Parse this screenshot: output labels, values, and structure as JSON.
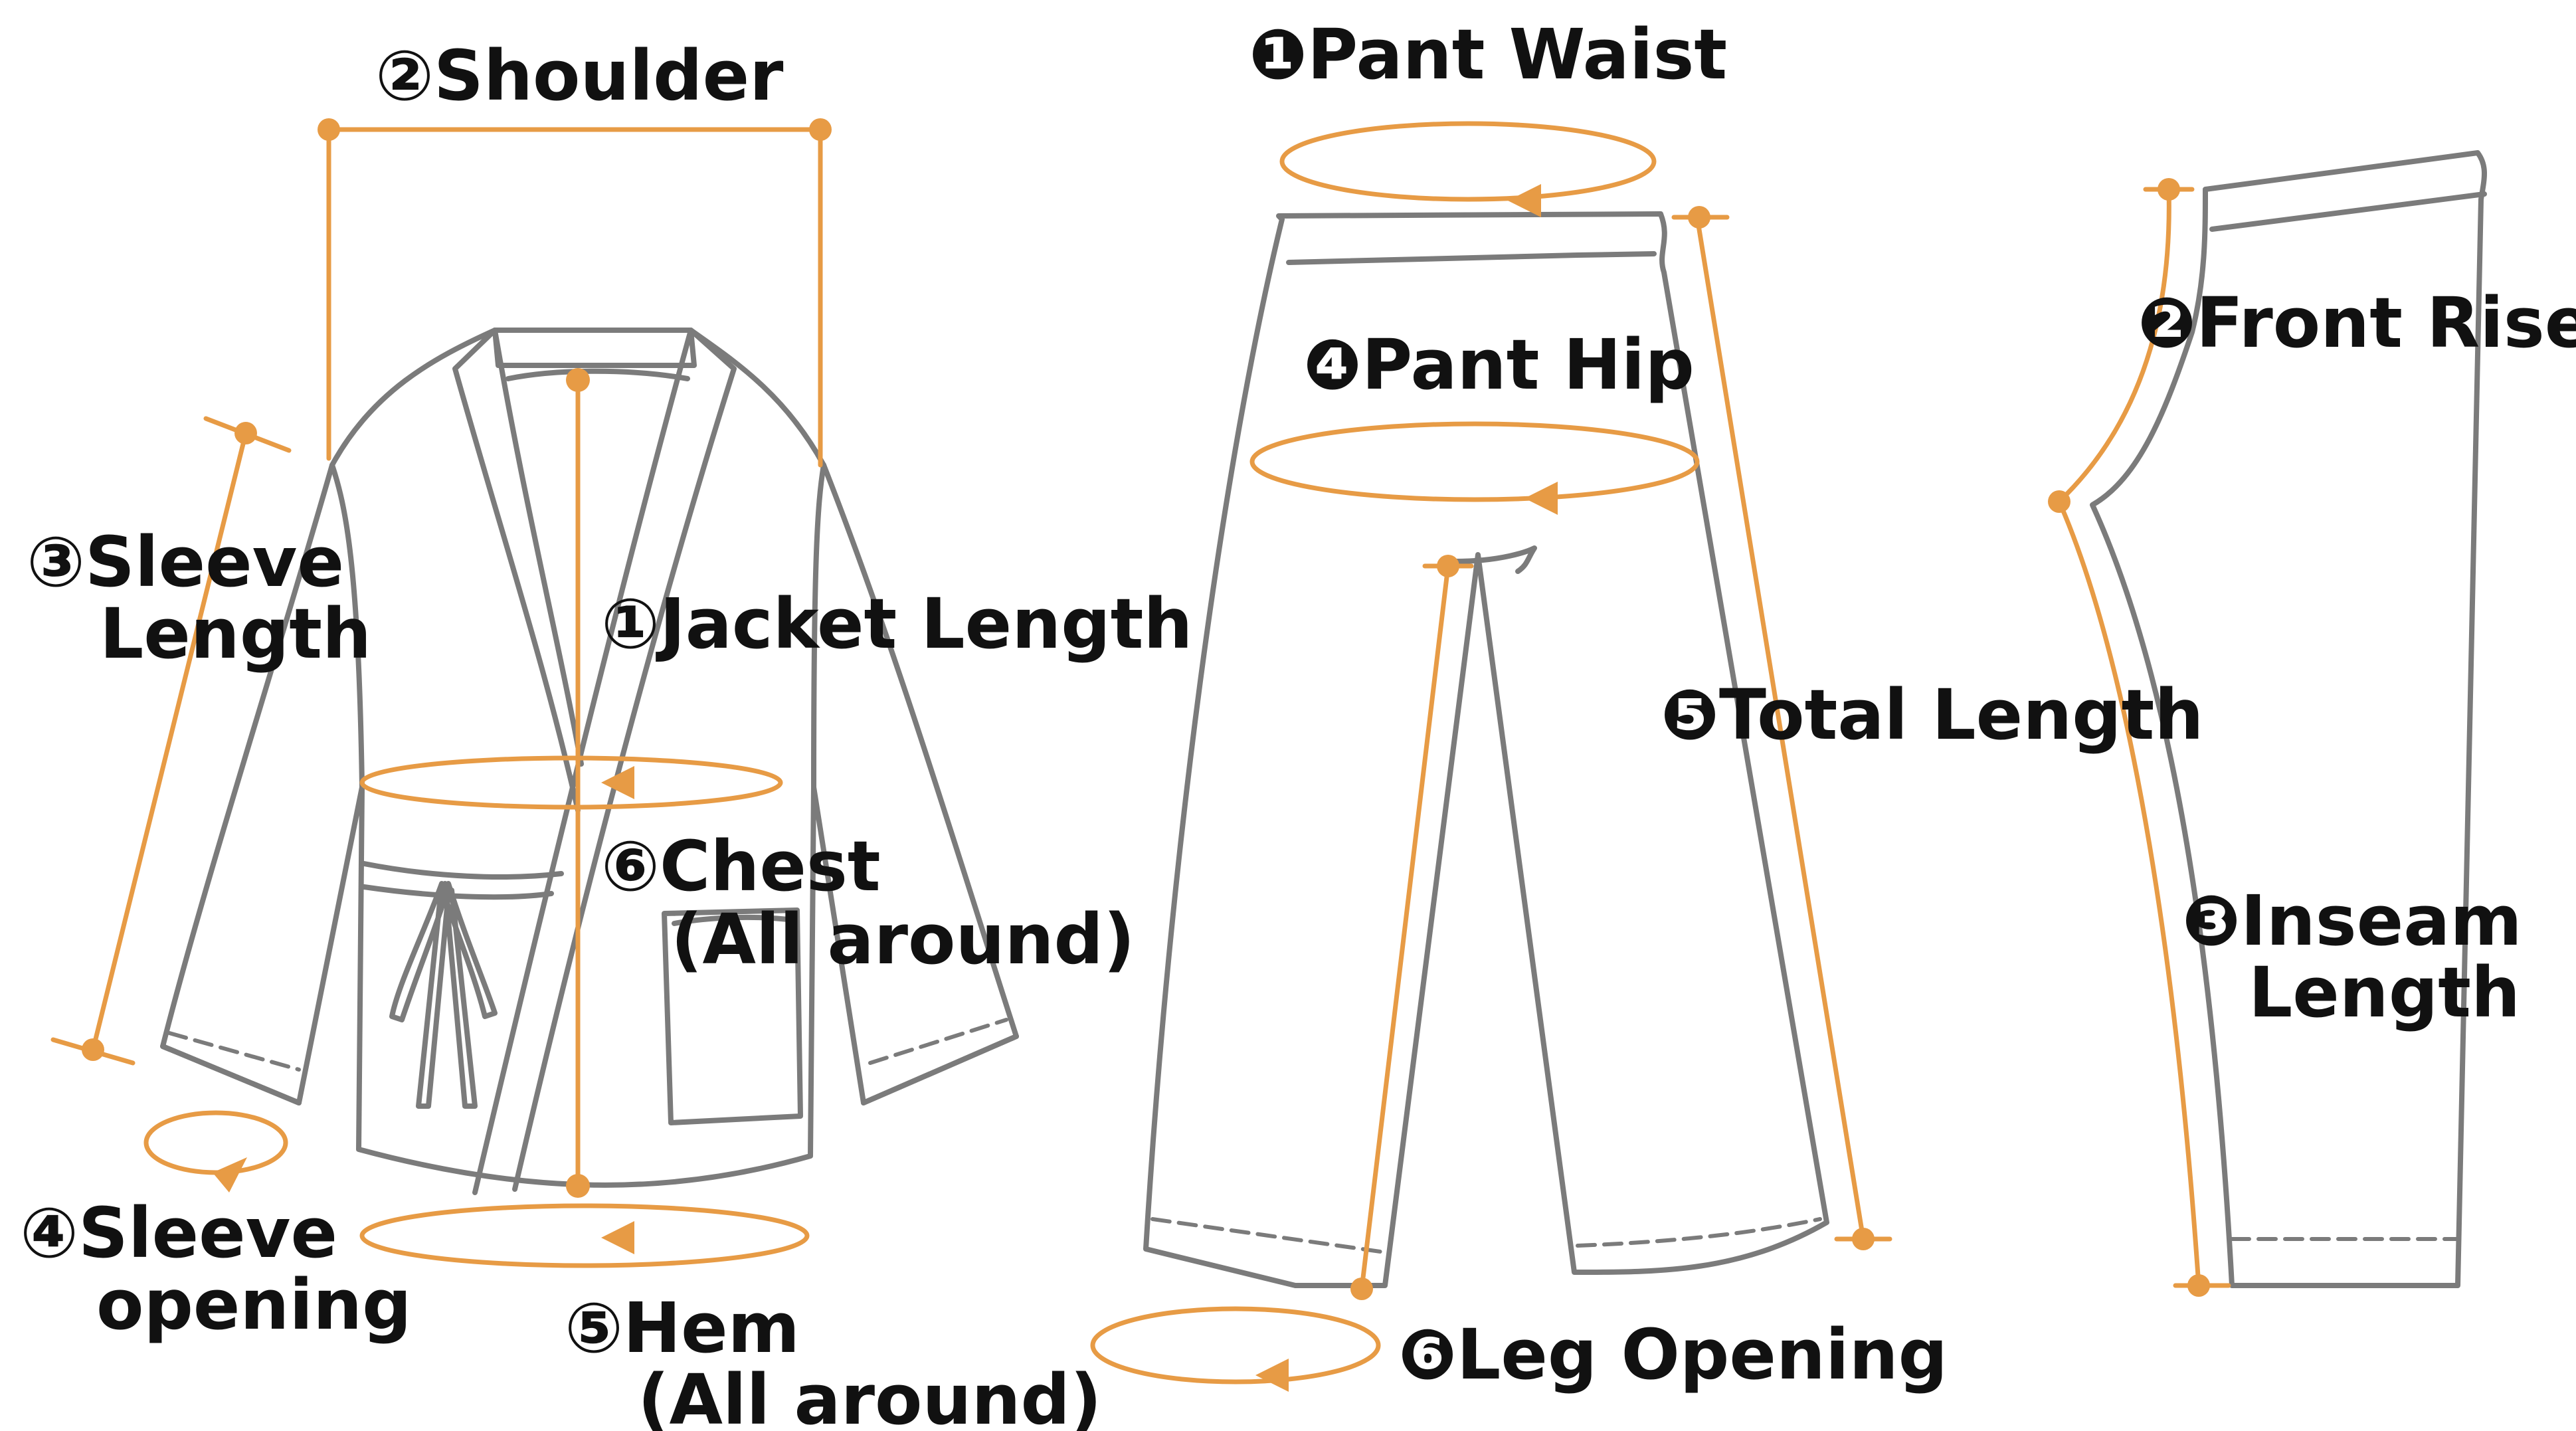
{
  "colors": {
    "garment": "#7b7b7b",
    "measure": "#e79b45",
    "text": "#111111"
  },
  "jacket": {
    "labels": {
      "shoulder": "②Shoulder",
      "sleeve_length_1": "③Sleeve",
      "sleeve_length_2": "Length",
      "jacket_length": "①Jacket Length",
      "chest_1": "⑥Chest",
      "chest_2": "(All around)",
      "sleeve_opening_1": "④Sleeve",
      "sleeve_opening_2": "opening",
      "hem_1": "⑤Hem",
      "hem_2": "(All around)"
    }
  },
  "pants_front": {
    "labels": {
      "pant_waist": "❶Pant Waist",
      "pant_hip": "❹Pant Hip",
      "total_length": "❺Total Length",
      "leg_opening": "❻Leg Opening"
    }
  },
  "pants_side": {
    "labels": {
      "front_rise": "❷Front Rise",
      "inseam_1": "❸Inseam",
      "inseam_2": "Length"
    }
  }
}
